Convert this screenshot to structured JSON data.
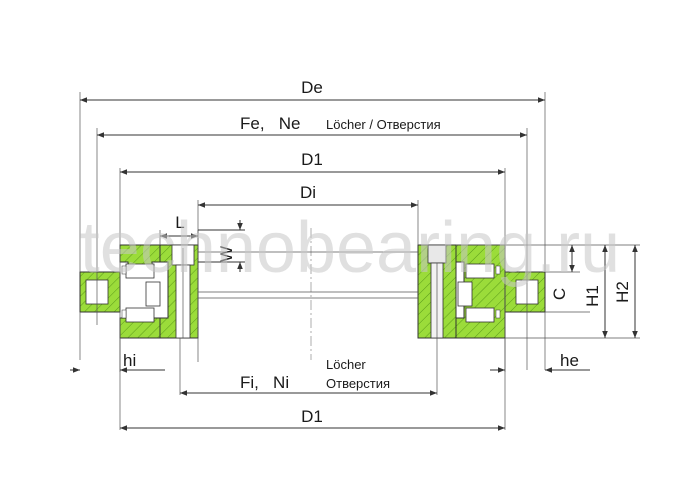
{
  "watermark": "technobearing.ru",
  "labels": {
    "de": "De",
    "fe_ne": "Fe,   Ne",
    "fe_ne_sub": "Löcher / Отверстия",
    "d1_top": "D1",
    "di": "Di",
    "l": "L",
    "w": "W",
    "c": "C",
    "h1": "H1",
    "h2": "H2",
    "hi": "hi",
    "he": "he",
    "fi_ni": "Fi,   Ni",
    "fi_ni_sub1": "Löcher",
    "fi_ni_sub2": "Отверстия",
    "d1_bottom": "D1"
  },
  "colors": {
    "ring": "#9bdc3a",
    "hatch": "#5a9a1a",
    "line": "#333333",
    "watermark": "#c8c8c8"
  }
}
